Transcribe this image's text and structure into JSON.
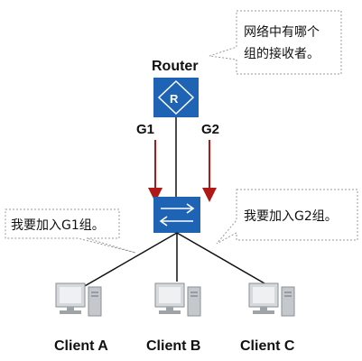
{
  "router": {
    "label": "Router"
  },
  "router_bubble": {
    "lines": [
      "网络中有哪个",
      "组的接收者。"
    ]
  },
  "groups": {
    "g1": "G1",
    "g2": "G2"
  },
  "left_bubble": {
    "text": "我要加入G1组。"
  },
  "right_bubble": {
    "text": "我要加入G2组。"
  },
  "clients": [
    "Client A",
    "Client B",
    "Client C"
  ],
  "colors": {
    "device_blue": "#1e63b4",
    "arrow_red": "#b01818",
    "bubble_border": "#9a9a9a",
    "monitor_gray": "#9ea3a8"
  }
}
